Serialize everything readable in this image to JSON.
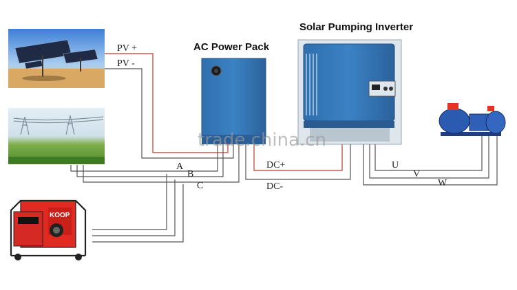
{
  "labels": {
    "ac_power_pack": "AC Power Pack",
    "solar_pumping_inverter": "Solar Pumping Inverter",
    "pv_plus": "PV +",
    "pv_minus": "PV -",
    "phase_a": "A",
    "phase_b": "B",
    "phase_c": "C",
    "dc_plus": "DC+",
    "dc_minus": "DC-",
    "u": "U",
    "v": "V",
    "w": "W"
  },
  "watermark": "trade.china.cn",
  "generator_brand": "KOOP",
  "colors": {
    "positive_wire": "#c0392b",
    "wire": "#555555",
    "equipment_blue": "#3a78b8"
  }
}
